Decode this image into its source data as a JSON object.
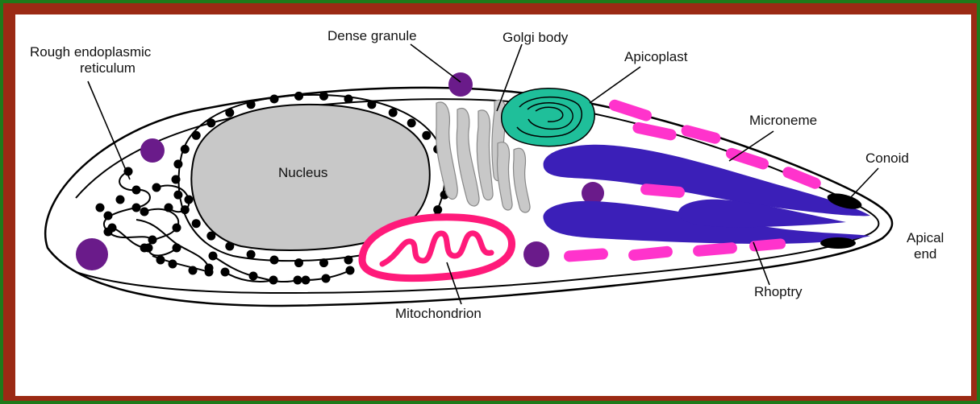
{
  "labels": {
    "rough_er": [
      "Rough endoplasmic",
      "reticulum"
    ],
    "dense_granule": "Dense granule",
    "golgi": "Golgi body",
    "apicoplast": "Apicoplast",
    "microneme": "Microneme",
    "conoid": "Conoid",
    "nucleus": "Nucleus",
    "apical_end": [
      "Apical",
      "end"
    ],
    "rhoptry": "Rhoptry",
    "mitochondrion": "Mitochondrion"
  },
  "colors": {
    "outer_border": "#1f7a1a",
    "frame": "#9b2a14",
    "nucleus": "#c8c8c8",
    "golgi": "#c8c8c8",
    "dense_granule": "#6a1b8a",
    "apicoplast": "#1fbf9a",
    "microneme": "#ff33cc",
    "rhoptry": "#3b1fb8",
    "mitochondrion": "#ff1a7a",
    "conoid": "#000000"
  }
}
